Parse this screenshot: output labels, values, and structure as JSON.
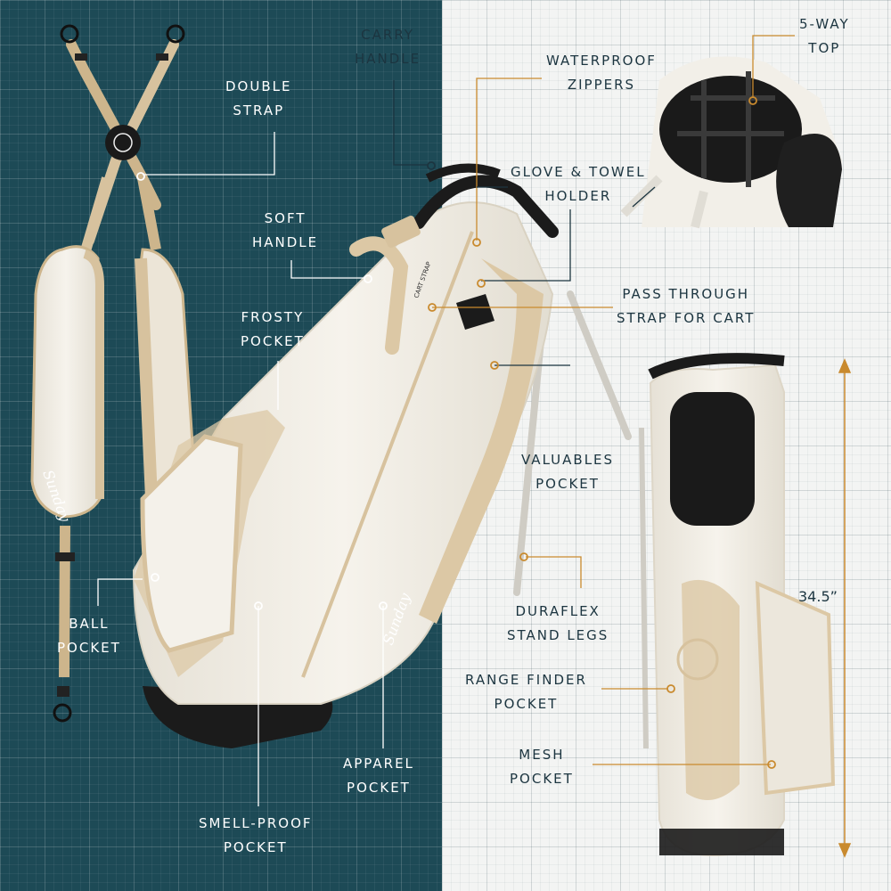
{
  "brand": {
    "name": "Sunday"
  },
  "colors": {
    "teal_background": "#1d4a56",
    "light_background": "#f3f4f3",
    "accent_orange": "#c98a2e",
    "bag_cream": "#f1ede4",
    "bag_tan": "#dcc8a5",
    "bag_black": "#1b1b1b"
  },
  "callouts": {
    "double_strap": [
      "DOUBLE",
      "STRAP"
    ],
    "carry_handle": [
      "CARRY",
      "HANDLE"
    ],
    "soft_handle": [
      "SOFT",
      "HANDLE"
    ],
    "frosty_pocket": [
      "FROSTY",
      "POCKET"
    ],
    "ball_pocket": [
      "BALL",
      "POCKET"
    ],
    "smell_proof_pocket": [
      "SMELL-PROOF",
      "POCKET"
    ],
    "apparel_pocket": [
      "APPAREL",
      "POCKET"
    ],
    "waterproof_zippers": [
      "WATERPROOF",
      "ZIPPERS"
    ],
    "glove_towel_holder": [
      "GLOVE & TOWEL",
      "HOLDER"
    ],
    "pass_through_strap": [
      "PASS THROUGH",
      "STRAP FOR CART"
    ],
    "valuables_pocket": [
      "VALUABLES",
      "POCKET"
    ],
    "duraflex_stand_legs": [
      "DURAFLEX",
      "STAND LEGS"
    ],
    "range_finder_pocket": [
      "RANGE FINDER",
      "POCKET"
    ],
    "mesh_pocket": [
      "MESH",
      "POCKET"
    ],
    "five_way_top": [
      "5-WAY",
      "TOP"
    ]
  },
  "bag_text": {
    "cart_strap": "CART STRAP"
  },
  "measurement": {
    "height": "34.5”"
  },
  "icons": {
    "inset": "bag-top-inset-icon",
    "strap": "double-strap-icon",
    "bag": "golf-bag-icon"
  }
}
